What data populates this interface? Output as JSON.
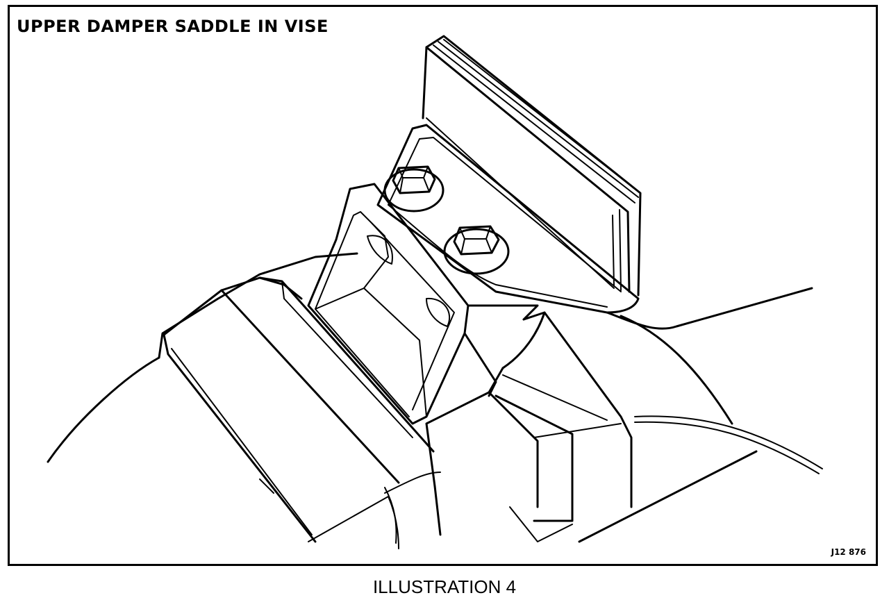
{
  "figure": {
    "title": "UPPER DAMPER SADDLE IN VISE",
    "code": "J12 876",
    "caption": "ILLUSTRATION 4"
  },
  "colors": {
    "ink": "#000000",
    "paper": "#ffffff"
  },
  "parts": [
    "vise-jaw-left",
    "vise-jaw-right",
    "vise-body",
    "damper-saddle",
    "saddle-mounting-flange",
    "saddle-vertical-plate",
    "flange-bolt-front",
    "flange-bolt-rear"
  ]
}
